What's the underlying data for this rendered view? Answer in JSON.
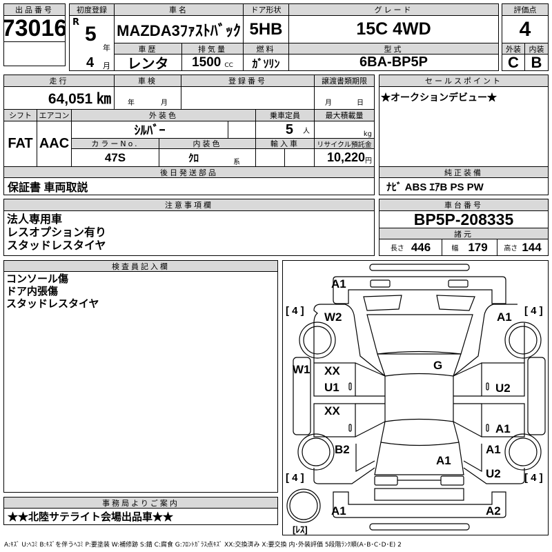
{
  "header": {
    "lot_label": "出品番号",
    "lot_no": "73016",
    "first_reg_label": "初度登録",
    "era": "R",
    "year": "5",
    "year_unit": "年",
    "month": "4",
    "month_unit": "月",
    "car_name_label": "車名",
    "car_name": "MAZDA3ﾌｧｽﾄﾊﾞｯｸ",
    "door_label": "ドア形状",
    "door": "5HB",
    "grade_label": "グレード",
    "grade": "15C 4WD",
    "score_label": "評価点",
    "score": "4",
    "history_label": "車歴",
    "history": "レンタ",
    "displacement_label": "排気量",
    "displacement": "1500",
    "cc": "CC",
    "fuel_label": "燃料",
    "fuel": "ｶﾞｿﾘﾝ",
    "model_label": "型式",
    "model": "6BA-BP5P",
    "ext_label": "外装",
    "int_label": "内装",
    "ext_grade": "C",
    "int_grade": "B"
  },
  "details": {
    "mileage_label": "走行",
    "mileage": "64,051 ㎞",
    "inspection_label": "車検",
    "year_unit": "年",
    "month_unit": "月",
    "reg_no_label": "登録番号",
    "transfer_label": "譲渡書類期限",
    "day_unit": "日",
    "shift_label": "シフト",
    "shift": "FAT",
    "ac_label": "エアコン",
    "ac": "AAC",
    "color_label": "外装色",
    "color": "ｼﾙﾊﾞｰ",
    "capacity_label": "乗車定員",
    "capacity": "5",
    "person_unit": "人",
    "load_label": "最大積載量",
    "kg": "kg",
    "color_no_label": "カラーNo.",
    "color_no": "47S",
    "interior_label": "内装色",
    "interior": "ｸﾛ",
    "kei": "系",
    "import_label": "輸入車",
    "recycle_label": "リサイクル預託金",
    "recycle": "10,220",
    "yen": "円",
    "later_parts_label": "後日発送部品",
    "later_parts": "保証書 車両取説"
  },
  "sales": {
    "label": "セールスポイント",
    "text": "★オークションデビュー★"
  },
  "equipment": {
    "label": "純正装備",
    "text": "ﾅﾋﾞ ABS ｴｱB PS PW"
  },
  "notes": {
    "label": "注意事項欄",
    "lines": [
      "法人専用車",
      "レスオプション有り",
      "スタッドレスタイヤ"
    ]
  },
  "chassis": {
    "label": "車台番号",
    "value": "BP5P-208335",
    "spec_label": "諸元",
    "length_label": "長さ",
    "length": "446",
    "width_label": "幅",
    "width": "179",
    "height_label": "高さ",
    "height": "144"
  },
  "inspector": {
    "label": "検査員記入欄",
    "lines": [
      "コンソール傷",
      "ドア内張傷",
      "スタッドレスタイヤ"
    ]
  },
  "office": {
    "label": "事務局よりご案内",
    "text": "★★北陸サテライト会場出品車★★"
  },
  "diagram": {
    "marks": [
      "A1",
      "[ 4 ]",
      "W2",
      "A1",
      "[ 4 ]",
      "W1",
      "XX",
      "G",
      "U1",
      "U2",
      "XX",
      "A1",
      "B2",
      "A1",
      "A1",
      "U2",
      "[ 4 ]",
      "[ 4 ]",
      "A1",
      "A2",
      "[ﾚｽ]"
    ]
  },
  "legend": "A:ｷｽﾞ U:ﾍｺﾐ B:ｷｽﾞを伴うﾍｺﾐ P:要塗装 W:補修跡 S:錆 C:腐食 G:ﾌﾛﾝﾄｶﾞﾗｽ点ｷｽﾞ XX:交換済み X:要交換 内･外装評価 5段階ﾗﾝｸ順(A･B･C･D･E) 2"
}
